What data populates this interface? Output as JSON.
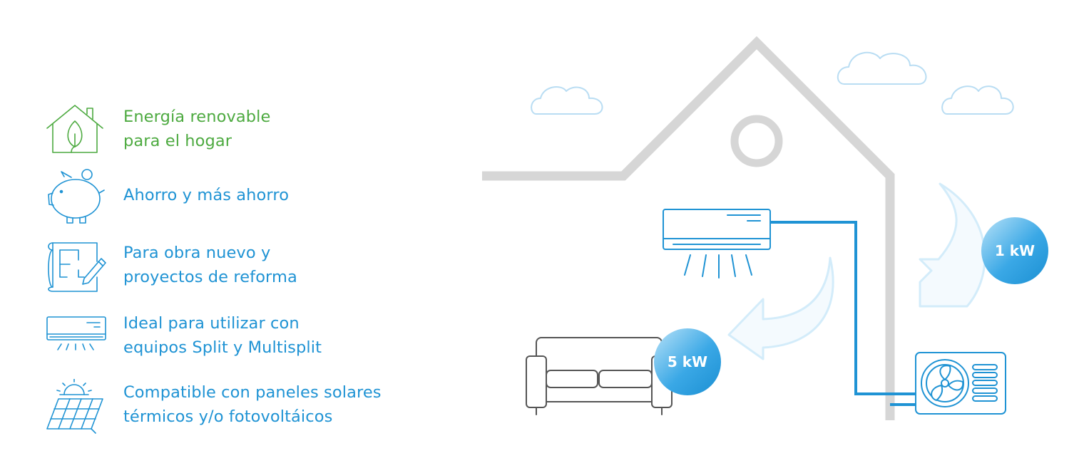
{
  "features": [
    {
      "id": "renewable",
      "icon": "leaf-house-icon",
      "lines": [
        "Energía renovable",
        "para el hogar"
      ],
      "color": "#4daa40"
    },
    {
      "id": "savings",
      "icon": "piggy-bank-icon",
      "lines": [
        "Ahorro y más ahorro"
      ],
      "color": "#1f93d4"
    },
    {
      "id": "projects",
      "icon": "blueprint-pencil-icon",
      "lines": [
        "Para obra nuevo y",
        "proyectos de reforma"
      ],
      "color": "#1f93d4"
    },
    {
      "id": "split",
      "icon": "air-conditioner-icon",
      "lines": [
        "Ideal para utilizar con",
        "equipos Split y Multisplit"
      ],
      "color": "#1f93d4"
    },
    {
      "id": "solar",
      "icon": "solar-panel-icon",
      "lines": [
        "Compatible con paneles solares",
        "térmicos y/o fotovoltáicos"
      ],
      "color": "#1f93d4"
    }
  ],
  "diagram": {
    "input_badge": "1 kW",
    "output_badge": "5 kW",
    "colors": {
      "house": "#d6d6d6",
      "pipe": "#1f93d4",
      "arrow": "#d3ecfa",
      "cloud": "#b9ddf3",
      "badge": "#1f93d4"
    }
  }
}
